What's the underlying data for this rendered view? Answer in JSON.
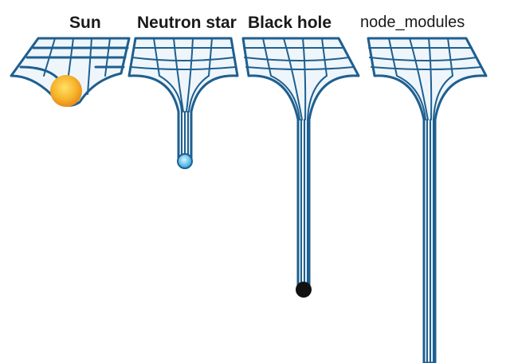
{
  "labels": {
    "sun": "Sun",
    "neutron_star": "Neutron star",
    "black_hole": "Black hole",
    "node_modules": "node_modules"
  },
  "colors": {
    "grid_dark": "#1f5f8f",
    "grid_light": "#cfe6f5",
    "sun": "#f5a623",
    "neutron_star": "#4db8ea",
    "black_hole": "#111111"
  }
}
